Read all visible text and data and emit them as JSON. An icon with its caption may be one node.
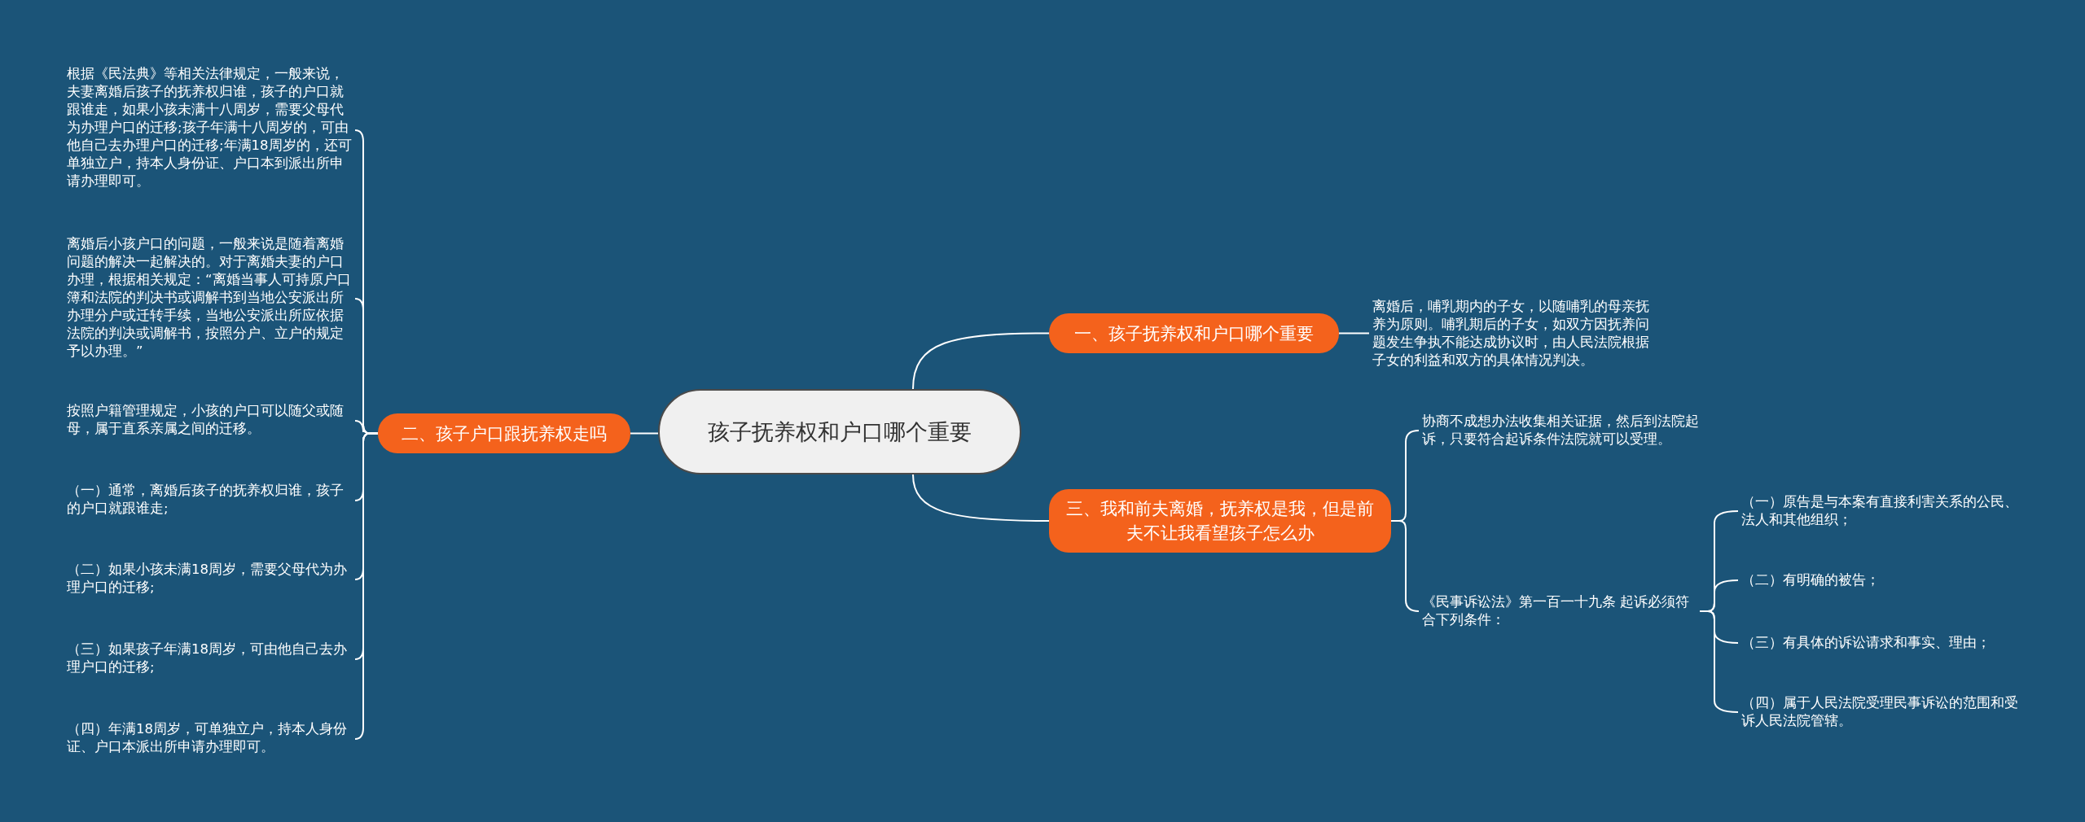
{
  "diagram": {
    "nodes": [
      {
        "text": [
          "孩子抚养权和户口哪个重要"
        ]
      },
      {
        "text": [
          "一、孩子抚养权和户口哪个重要"
        ]
      },
      {
        "text": [
          "离婚后，哺乳期内的子女，以随哺乳的母亲抚养为原则。哺乳期后的子女，如双方因抚养问题发生争执不能达成协议时，由人民法院根据子女的利益和双方的具体情况判决。"
        ]
      },
      {
        "text": [
          "二、孩子户口跟抚养权走吗"
        ]
      },
      {
        "text": [
          "根据《民法典》等相关法律规定，一般来说，夫妻离婚后孩子的抚养权归谁，孩子的户口就跟谁走，如果小孩未满十八周岁，需要父母代为办理户口的迁移;孩子年满十八周岁的，可由他自己去办理户口的迁移;年满18周岁的，还可单独立户，持本人身份证、户口本到派出所申请办理即可。"
        ]
      },
      {
        "text": [
          "离婚后小孩户口的问题，一般来说是随着离婚问题的解决一起解决的。对于离婚夫妻的户口办理，根据相关规定：“离婚当事人可持原户口簿和法院的判决书或调解书到当地公安派出所办理分户或迁转手续，当地公安派出所应依据法院的判决或调解书，按照分户、立户的规定予以办理。”"
        ]
      },
      {
        "text": [
          "按照户籍管理规定，小孩的户口可以随父或随母，属于直系亲属之间的迁移。"
        ]
      },
      {
        "text": [
          "（一）通常，离婚后孩子的抚养权归谁，孩子的户口就跟谁走;"
        ]
      },
      {
        "text": [
          "（二）如果小孩未满18周岁，需要父母代为办理户口的迁移;"
        ]
      },
      {
        "text": [
          "（三）如果孩子年满18周岁，可由他自己去办理户口的迁移;"
        ]
      },
      {
        "text": [
          "（四）年满18周岁，可单独立户，持本人身份证、户口本派出所申请办理即可。"
        ]
      },
      {
        "text": [
          "三、我和前夫离婚，抚养权是我，但是前夫不让我看望孩子怎么办"
        ]
      },
      {
        "text": [
          "协商不成想办法收集相关证据，然后到法院起诉，只要符合起诉条件法院就可以受理。"
        ]
      },
      {
        "text": [
          "《民事诉讼法》第一百一十九条 起诉必须符合下列条件："
        ]
      },
      {
        "text": [
          "（一）原告是与本案有直接利害关系的公民、法人和其他组织；"
        ]
      },
      {
        "text": [
          "（二）有明确的被告；"
        ]
      },
      {
        "text": [
          "（三）有具体的诉讼请求和事实、理由；"
        ]
      },
      {
        "text": [
          "（四）属于人民法院受理民事诉讼的范围和受诉人民法院管辖。"
        ]
      }
    ],
    "edges": [
      {
        "from": 0,
        "to": 1,
        "arrow": "none"
      },
      {
        "from": 1,
        "to": 2,
        "arrow": "none"
      },
      {
        "from": 0,
        "to": 3,
        "arrow": "none"
      },
      {
        "from": 3,
        "to": 4,
        "arrow": "none"
      },
      {
        "from": 3,
        "to": 5,
        "arrow": "none"
      },
      {
        "from": 3,
        "to": 6,
        "arrow": "none"
      },
      {
        "from": 3,
        "to": 7,
        "arrow": "none"
      },
      {
        "from": 3,
        "to": 8,
        "arrow": "none"
      },
      {
        "from": 3,
        "to": 9,
        "arrow": "none"
      },
      {
        "from": 3,
        "to": 10,
        "arrow": "none"
      },
      {
        "from": 0,
        "to": 11,
        "arrow": "none"
      },
      {
        "from": 11,
        "to": 12,
        "arrow": "none"
      },
      {
        "from": 11,
        "to": 13,
        "arrow": "none"
      },
      {
        "from": 13,
        "to": 14,
        "arrow": "none"
      },
      {
        "from": 13,
        "to": 15,
        "arrow": "none"
      },
      {
        "from": 13,
        "to": 16,
        "arrow": "none"
      },
      {
        "from": 13,
        "to": 17,
        "arrow": "none"
      }
    ]
  }
}
